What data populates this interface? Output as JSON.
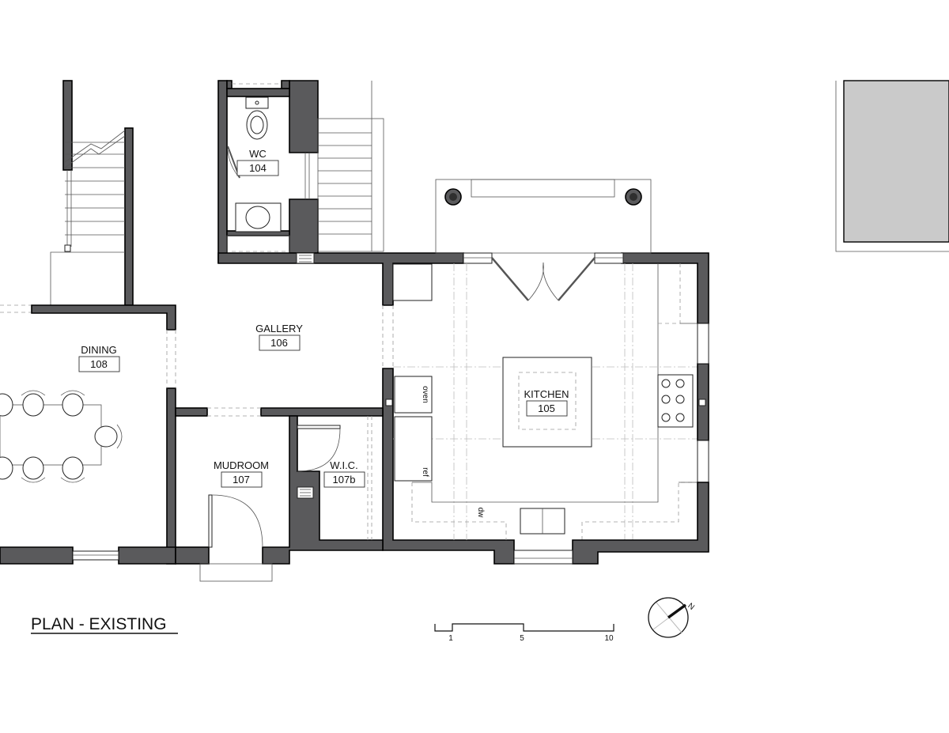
{
  "title": "PLAN - EXISTING",
  "rooms": {
    "wc": {
      "name": "WC",
      "number": "104"
    },
    "gallery": {
      "name": "GALLERY",
      "number": "106"
    },
    "dining": {
      "name": "DINING",
      "number": "108"
    },
    "kitchen": {
      "name": "KITCHEN",
      "number": "105"
    },
    "mudroom": {
      "name": "MUDROOM",
      "number": "107"
    },
    "wic": {
      "name": "W.I.C.",
      "number": "107b"
    }
  },
  "appliances": {
    "oven": "oven",
    "ref": "ref",
    "dw": "dw"
  },
  "scale": {
    "ticks": [
      "1",
      "5",
      "10"
    ]
  },
  "north_label": "N"
}
